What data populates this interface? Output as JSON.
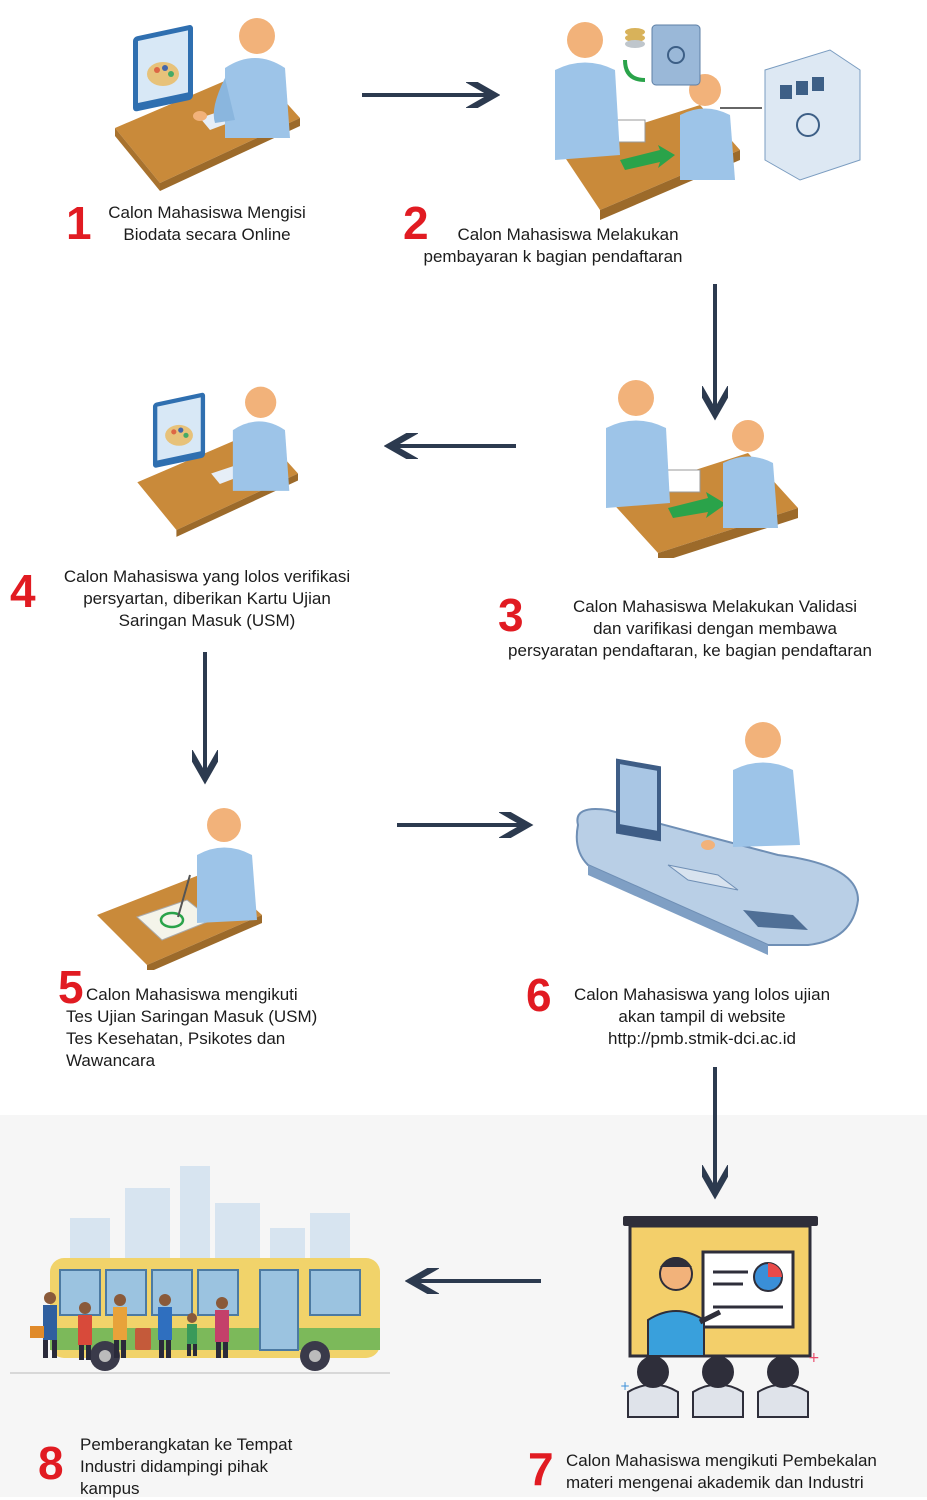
{
  "steps": [
    {
      "number": "1",
      "lines": [
        "Calon Mahasiswa Mengisi",
        "Biodata secara Online"
      ]
    },
    {
      "number": "2",
      "lines": [
        "Calon Mahasiswa Melakukan",
        "pembayaran k bagian pendaftaran"
      ]
    },
    {
      "number": "3",
      "lines": [
        "Calon Mahasiswa Melakukan Validasi",
        "dan varifikasi dengan membawa",
        "persyaratan pendaftaran, ke bagian pendaftaran"
      ]
    },
    {
      "number": "4",
      "lines": [
        "Calon Mahasiswa yang lolos verifikasi",
        "persyartan, diberikan Kartu Ujian",
        "Saringan Masuk (USM)"
      ]
    },
    {
      "number": "5",
      "lines": [
        "Calon Mahasiswa mengikuti",
        "Tes Ujian Saringan Masuk (USM)",
        "Tes Kesehatan, Psikotes dan",
        "Wawancara"
      ]
    },
    {
      "number": "6",
      "lines": [
        "Calon Mahasiswa yang lolos ujian",
        "akan tampil di website",
        "http://pmb.stmik-dci.ac.id"
      ]
    },
    {
      "number": "7",
      "lines": [
        "Calon Mahasiswa mengikuti Pembekalan",
        "materi mengenai akademik dan Industri"
      ]
    },
    {
      "number": "8",
      "lines": [
        "Pemberangkatan ke Tempat",
        "Industri didampingi pihak",
        "kampus"
      ]
    }
  ]
}
